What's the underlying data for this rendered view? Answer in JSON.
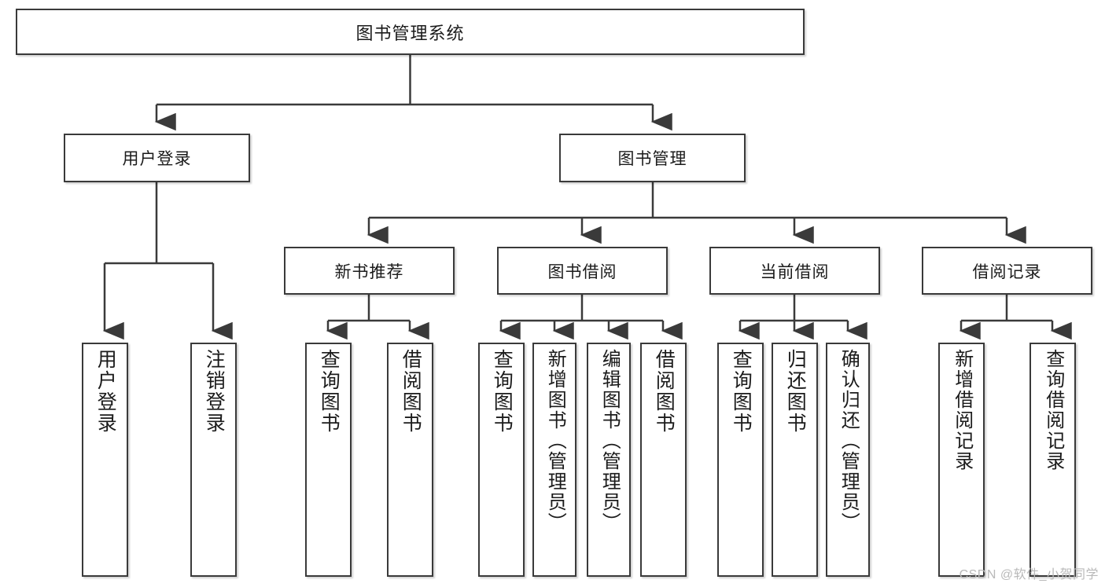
{
  "diagram": {
    "type": "tree",
    "title": "图书管理系统",
    "root": {
      "label": "图书管理系统"
    },
    "level2": [
      {
        "id": "user-login",
        "label": "用户登录"
      },
      {
        "id": "book-management",
        "label": "图书管理"
      }
    ],
    "level3": [
      {
        "id": "new-book-recommend",
        "label": "新书推荐",
        "parent": "book-management"
      },
      {
        "id": "book-borrow",
        "label": "图书借阅",
        "parent": "book-management"
      },
      {
        "id": "current-borrow",
        "label": "当前借阅",
        "parent": "book-management"
      },
      {
        "id": "borrow-record",
        "label": "借阅记录",
        "parent": "book-management"
      }
    ],
    "leaves": [
      {
        "id": "leaf-user-login",
        "label": "用户登录",
        "parent": "user-login"
      },
      {
        "id": "leaf-logout-login",
        "label": "注销登录",
        "parent": "user-login"
      },
      {
        "id": "leaf-query-book-1",
        "label": "查询图书",
        "parent": "new-book-recommend"
      },
      {
        "id": "leaf-borrow-book-1",
        "label": "借阅图书",
        "parent": "new-book-recommend"
      },
      {
        "id": "leaf-query-book-2",
        "label": "查询图书",
        "parent": "book-borrow"
      },
      {
        "id": "leaf-add-book",
        "label": "新增图书（管理员）",
        "parent": "book-borrow"
      },
      {
        "id": "leaf-edit-book",
        "label": "编辑图书（管理员）",
        "parent": "book-borrow"
      },
      {
        "id": "leaf-borrow-book-2",
        "label": "借阅图书",
        "parent": "book-borrow"
      },
      {
        "id": "leaf-query-book-3",
        "label": "查询图书",
        "parent": "current-borrow"
      },
      {
        "id": "leaf-return-book",
        "label": "归还图书",
        "parent": "current-borrow"
      },
      {
        "id": "leaf-confirm-return",
        "label": "确认归还（管理员）",
        "parent": "current-borrow"
      },
      {
        "id": "leaf-add-record",
        "label": "新增借阅记录",
        "parent": "borrow-record"
      },
      {
        "id": "leaf-query-record",
        "label": "查询借阅记录",
        "parent": "borrow-record"
      }
    ],
    "colors": {
      "stroke": "#3a3a3a",
      "fill": "#ffffff",
      "text": "#1b1b1b",
      "watermark": "#b9b9b9"
    }
  },
  "watermark": {
    "text": "CSDN @软件_小贺同学"
  }
}
